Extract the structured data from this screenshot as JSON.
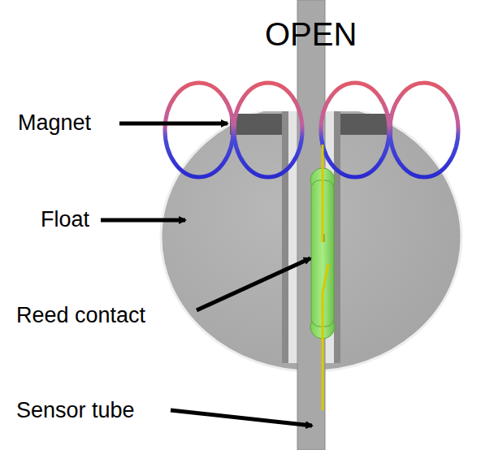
{
  "diagram": {
    "title": "OPEN",
    "labels": [
      "Magnet",
      "Float",
      "Reed contact",
      "Sensor tube"
    ]
  }
}
